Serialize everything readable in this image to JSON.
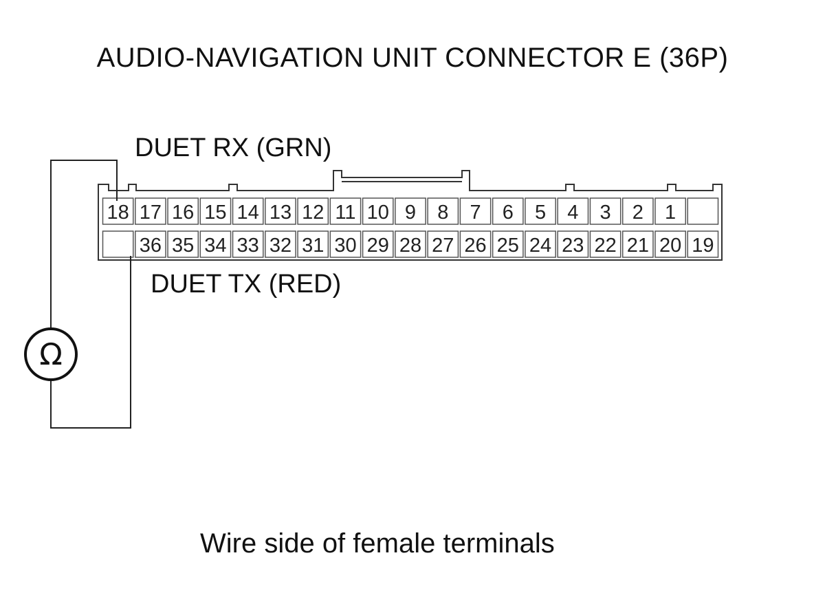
{
  "title": "AUDIO-NAVIGATION UNIT CONNECTOR E (36P)",
  "labels": {
    "rx": "DUET RX (GRN)",
    "tx": "DUET TX (RED)"
  },
  "caption": "Wire side of female terminals",
  "meter_symbol": "Ω",
  "meter_icon": "ohmmeter-icon",
  "connector": {
    "top_row": [
      "18",
      "17",
      "16",
      "15",
      "14",
      "13",
      "12",
      "11",
      "10",
      "9",
      "8",
      "7",
      "6",
      "5",
      "4",
      "3",
      "2",
      "1",
      ""
    ],
    "bottom_row": [
      "",
      "36",
      "35",
      "34",
      "33",
      "32",
      "31",
      "30",
      "29",
      "28",
      "27",
      "26",
      "25",
      "24",
      "23",
      "22",
      "21",
      "20",
      "19"
    ],
    "probed_pins": [
      "18",
      "36"
    ]
  }
}
